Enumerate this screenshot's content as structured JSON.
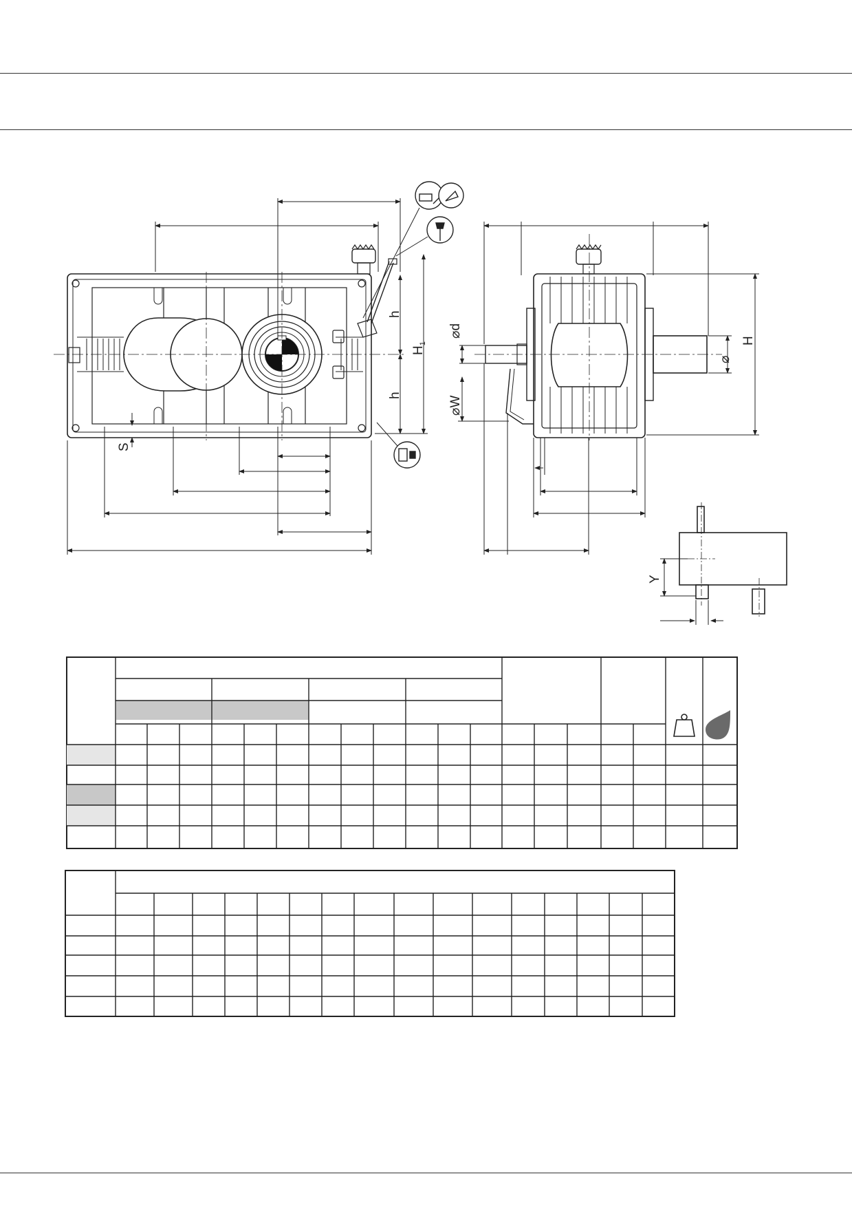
{
  "labels": {
    "h_upper": "h",
    "h_lower": "h",
    "h1": "H",
    "h1_sub": "1",
    "s": "S",
    "d_shaft": "⌀d",
    "w_dia": "⌀W",
    "H": "H",
    "phi": "⌀",
    "Y": "Y"
  },
  "icons": [
    "mounting-position-icon",
    "breather-plug-icon",
    "oil-level-icon",
    "oil-drain-icon",
    "weight-icon",
    "oil-drop-icon"
  ],
  "colors": {
    "line": "#222222",
    "shade_light": "#e6e6e6",
    "shade_mid": "#c8c8c8",
    "oil": "#6a6a6a"
  }
}
